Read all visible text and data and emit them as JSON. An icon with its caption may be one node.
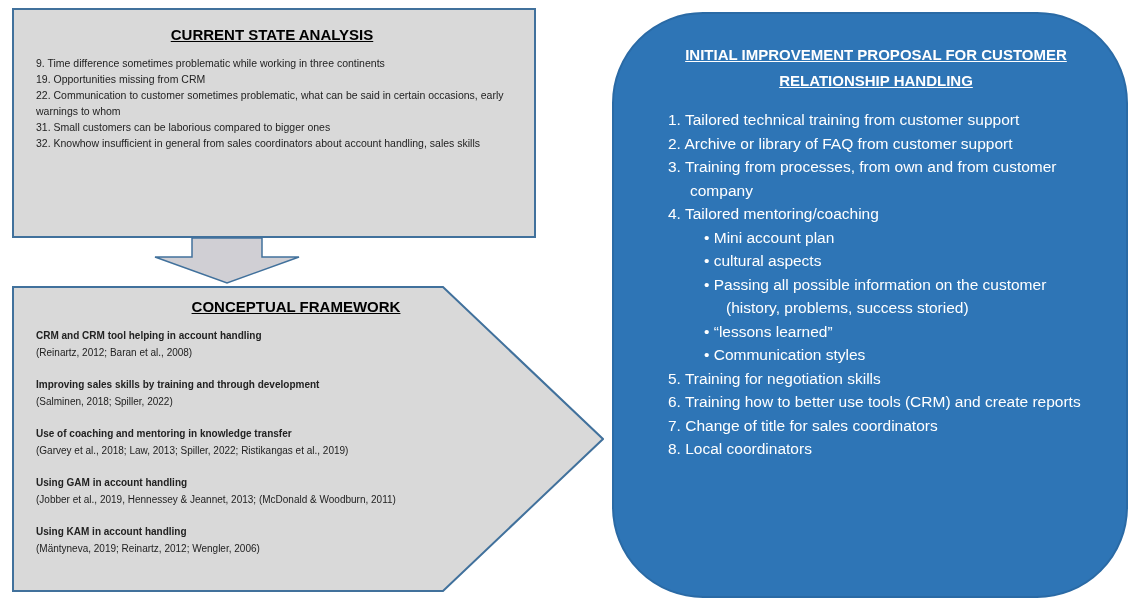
{
  "diagram": {
    "nodes": [
      {
        "text": [
          "CURRENT STATE ANALYSIS",
          "9. Time difference sometimes problematic while working in three continents",
          "19. Opportunities missing from CRM",
          "22. Communication to customer sometimes problematic, what can be said in certain occasions, early warnings to whom",
          "31. Small customers can be laborious compared to bigger ones",
          "32. Knowhow insufficient in general from sales coordinators about account handling, sales skills"
        ]
      },
      {
        "text": [
          "CONCEPTUAL FRAMEWORK",
          "CRM and CRM tool helping in account handling",
          "(Reinartz, 2012; Baran et al., 2008)",
          "Improving sales skills by training and through development",
          "(Salminen, 2018; Spiller, 2022)",
          "Use of coaching and mentoring in knowledge transfer",
          "(Garvey et al., 2018; Law, 2013; Spiller, 2022; Ristikangas et al., 2019)",
          "Using GAM in account handling",
          "(Jobber et al., 2019, Hennessey & Jeannet, 2013; (McDonald & Woodburn, 2011)",
          "Using KAM in account handling",
          "(Mäntyneva, 2019; Reinartz, 2012; Wengler, 2006)"
        ]
      },
      {
        "text": [
          "INITIAL IMPROVEMENT PROPOSAL FOR CUSTOMER RELATIONSHIP HANDLING",
          "1. Tailored technical training from customer support",
          "2. Archive or library of FAQ from customer support",
          "3. Training from processes, from own and  from customer company",
          "4. Tailored mentoring/coaching",
          "• Mini account plan",
          "• cultural aspects",
          "• Passing all possible information on the customer (history, problems, success storied)",
          "• “lessons learned”",
          "• Communication styles",
          "5. Training for negotiation skills",
          "6. Training how to better use tools (CRM) and create reports",
          "7. Change of title for sales coordinators",
          "8. Local coordinators"
        ]
      }
    ],
    "edges": [
      {
        "from": 0,
        "to": 1,
        "arrow": "to"
      }
    ]
  }
}
